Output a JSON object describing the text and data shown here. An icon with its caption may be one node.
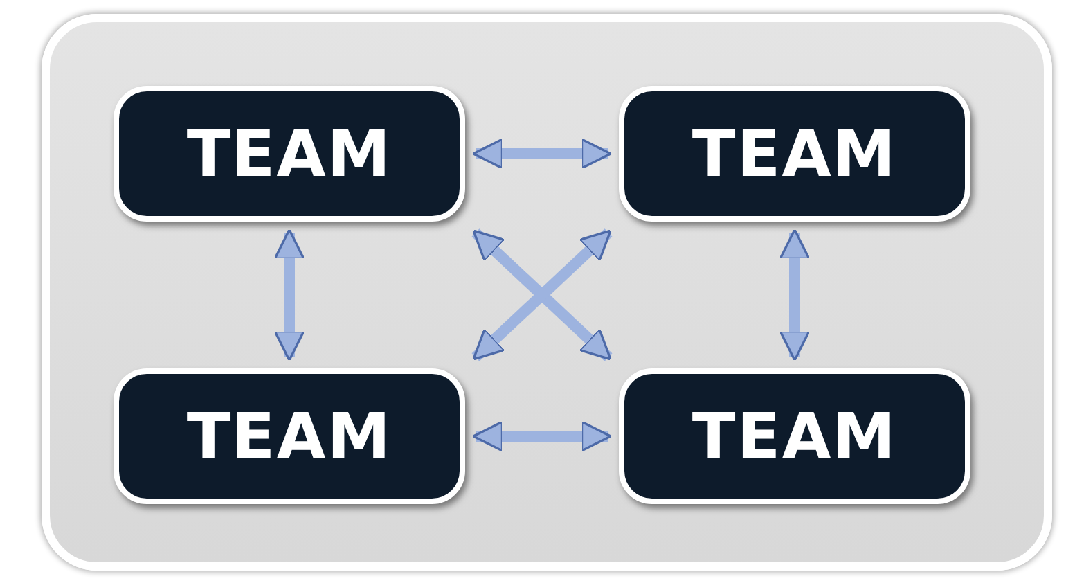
{
  "diagram": {
    "nodes": [
      {
        "text": [],
        "shape": "box"
      },
      {
        "text": [
          "TEAM"
        ],
        "in": 0
      },
      {
        "text": [
          "TEAM"
        ],
        "in": 0
      },
      {
        "text": [
          "TEAM"
        ],
        "in": 0
      },
      {
        "text": [
          "TEAM"
        ],
        "in": 0
      }
    ],
    "edges": [
      {
        "from": 1,
        "to": 2,
        "arrow": "both"
      },
      {
        "from": 1,
        "to": 3,
        "arrow": "both"
      },
      {
        "from": 2,
        "to": 4,
        "arrow": "both"
      },
      {
        "from": 3,
        "to": 4,
        "arrow": "both"
      },
      {
        "from": 1,
        "to": 4,
        "arrow": "both"
      },
      {
        "from": 2,
        "to": 3,
        "arrow": "both"
      }
    ]
  }
}
